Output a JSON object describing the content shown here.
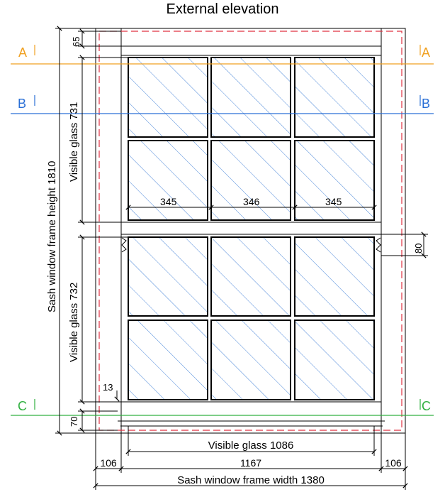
{
  "title": "External elevation",
  "section_markers": {
    "a": {
      "label": "A",
      "color": "#f0a020"
    },
    "b": {
      "label": "B",
      "color": "#2a6fd6"
    },
    "c": {
      "label": "C",
      "color": "#30b040"
    }
  },
  "dimensions": {
    "frame_height": "Sash window frame height 1810",
    "frame_width": "Sash window frame width 1380",
    "visible_glass_upper": "Visible glass 731",
    "visible_glass_lower": "Visible glass 732",
    "visible_glass_width": "Visible glass 1086",
    "pane_left": "345",
    "pane_middle": "346",
    "pane_right": "345",
    "top_rail": "65",
    "meeting_rail": "80",
    "bottom_rail": "70",
    "glazing_bar": "13",
    "left_jamb": "106",
    "right_jamb": "106",
    "inner_width": "1167"
  },
  "colors": {
    "glass_hatch": "#3a7bd5",
    "outline_dashed": "#e03040",
    "linework": "#000000"
  }
}
